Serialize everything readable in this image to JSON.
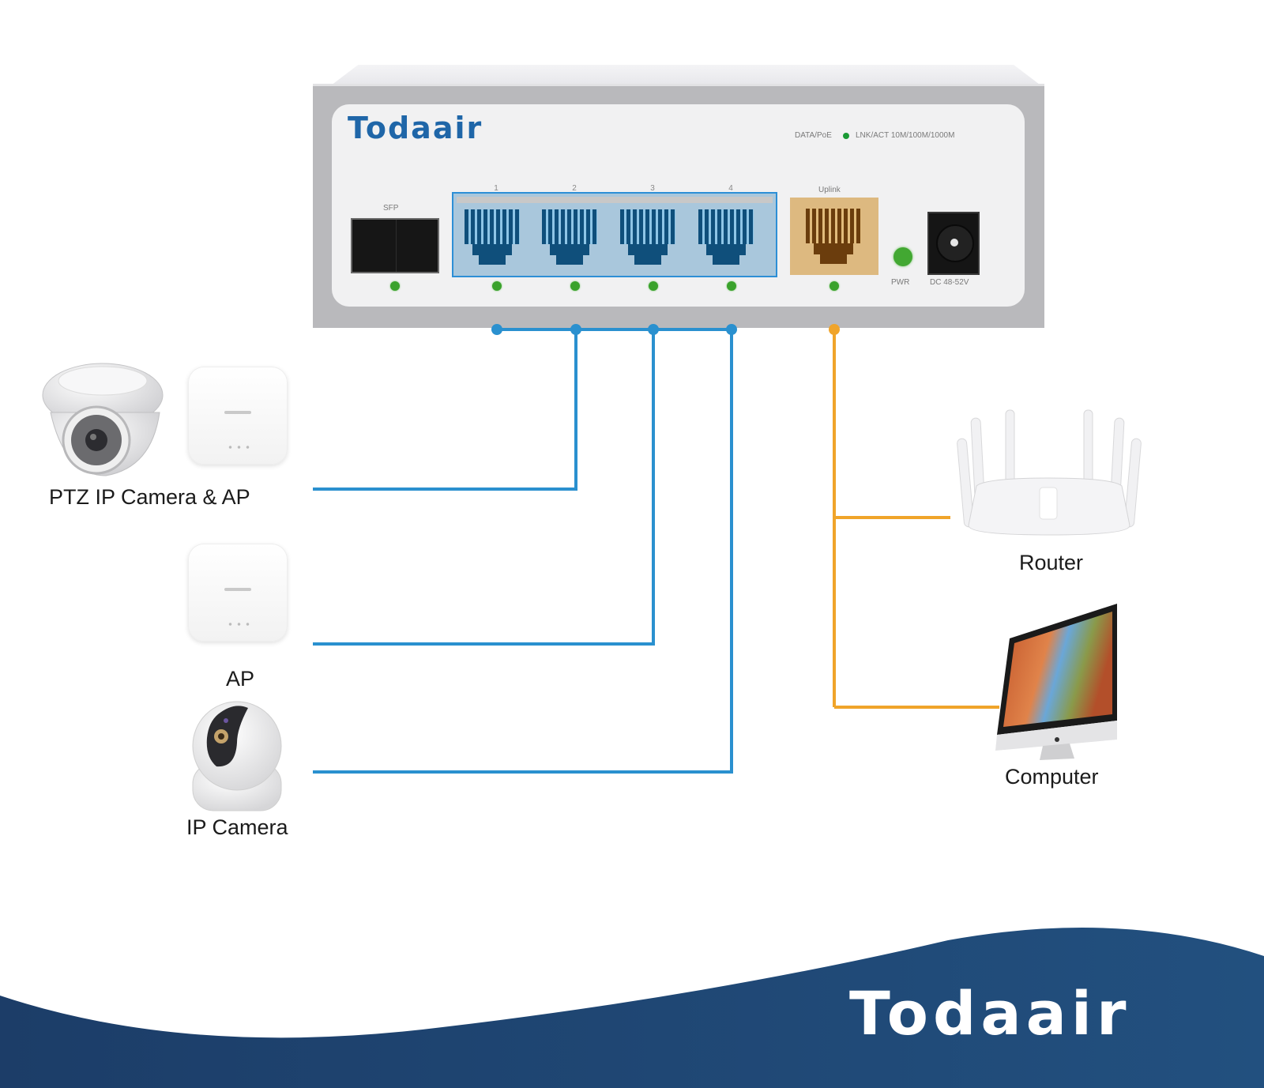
{
  "switch": {
    "brand": "Todaair",
    "legend": {
      "data_poe": "DATA/PoE",
      "lnk_act": "LNK/ACT 10M/100M/1000M"
    },
    "sfp_label": "SFP",
    "port_numbers": [
      "1",
      "2",
      "3",
      "4"
    ],
    "uplink_label": "Uplink",
    "pwr_label": "PWR",
    "dc_label": "DC 48-52V",
    "poe_port_color": "#2d8fd6",
    "uplink_port_color": "#ddb980",
    "led_color": "#3aa22c"
  },
  "connections": {
    "poe_line_color": "#2a90cf",
    "uplink_line_color": "#f0a42a"
  },
  "devices": {
    "left": [
      {
        "label": "PTZ IP Camera &  AP",
        "port": "2",
        "icons": [
          "dome-camera-icon",
          "access-point-icon"
        ]
      },
      {
        "label": "AP",
        "port": "3",
        "icons": [
          "access-point-icon"
        ]
      },
      {
        "label": "IP Camera",
        "port": "4",
        "icons": [
          "ptz-camera-icon"
        ]
      }
    ],
    "right": [
      {
        "label": "Router",
        "port": "Uplink",
        "icons": [
          "router-icon"
        ]
      },
      {
        "label": "Computer",
        "port": "Uplink",
        "icons": [
          "computer-icon"
        ]
      }
    ]
  },
  "footer": {
    "brand": "Todaair",
    "banner_color": "#1f4a7a"
  }
}
